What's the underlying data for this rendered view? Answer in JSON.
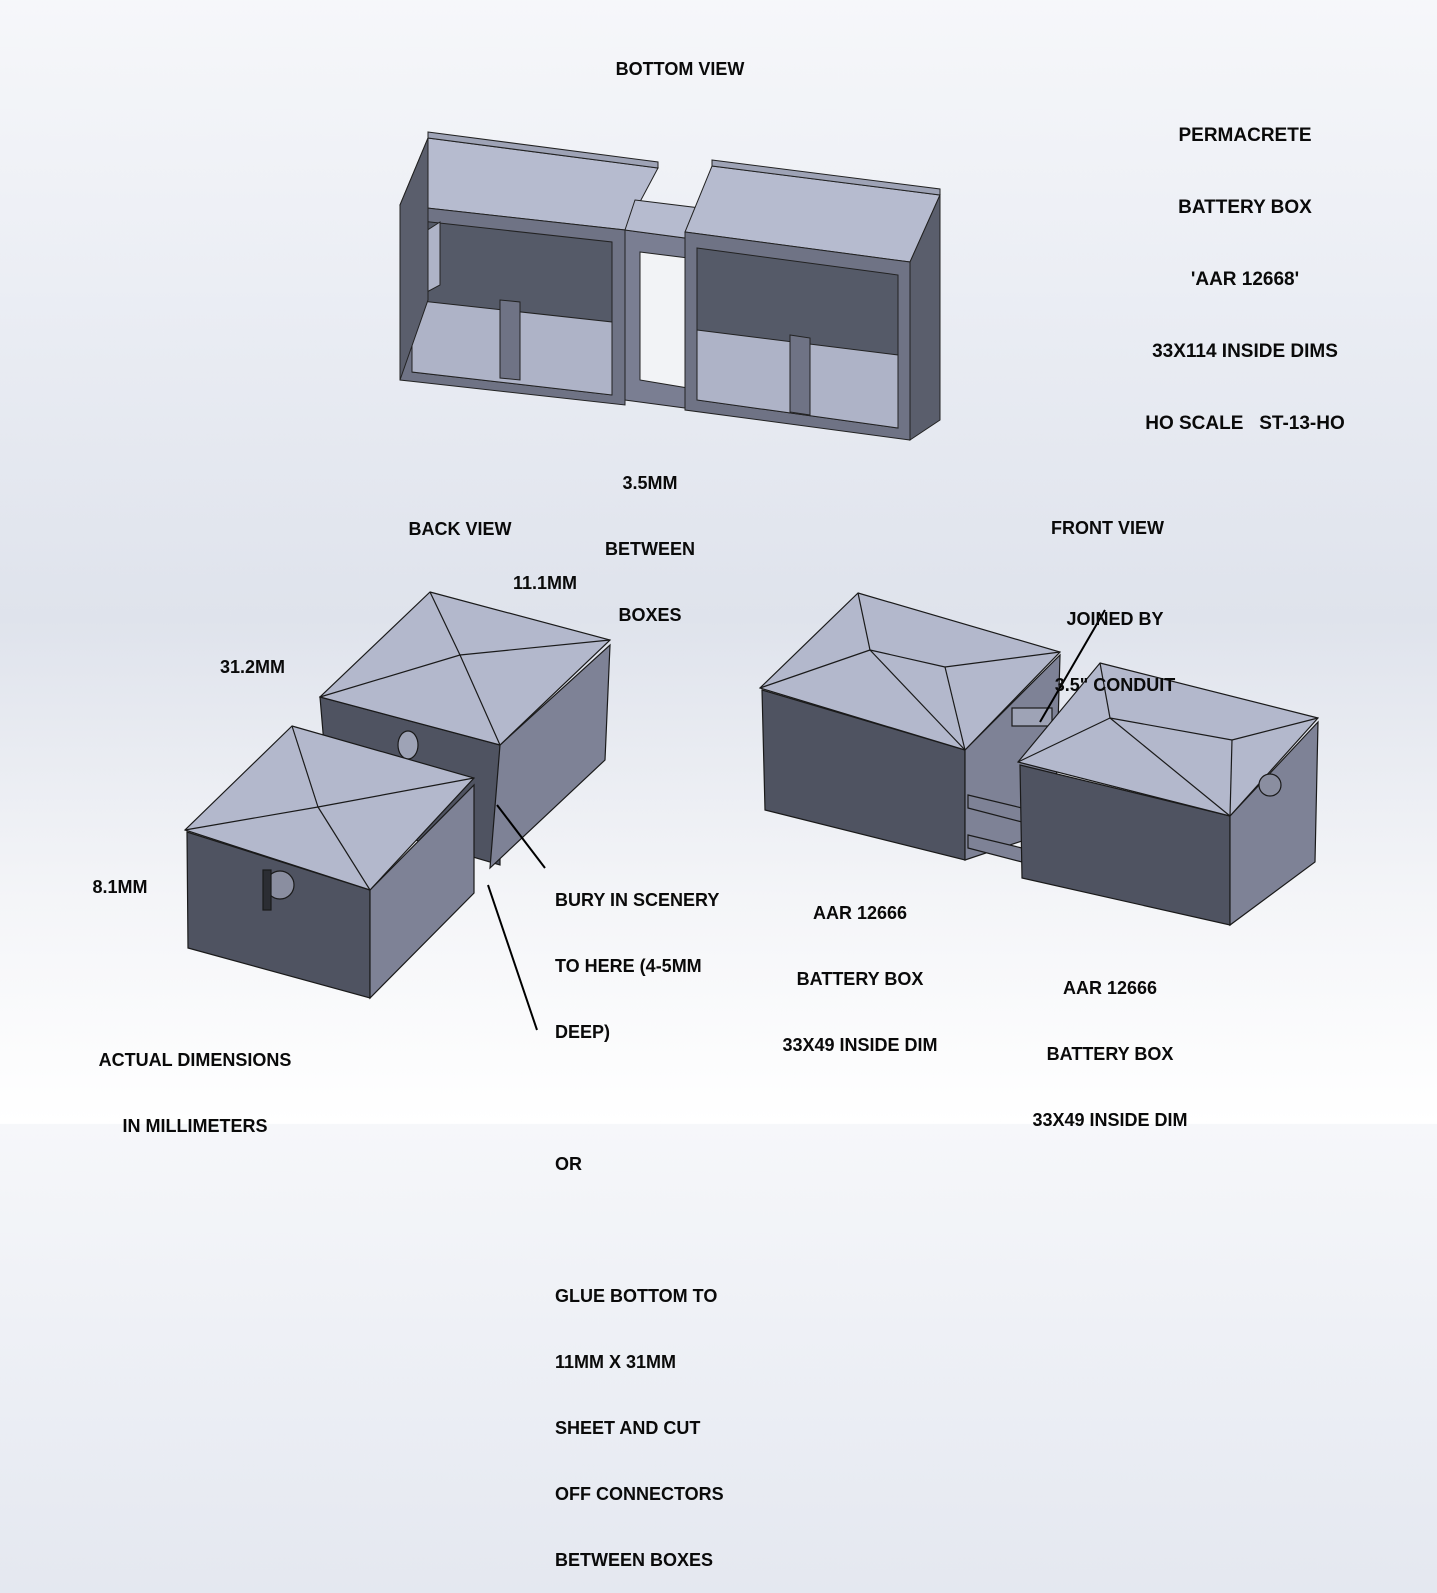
{
  "title_block": {
    "line1": "PERMACRETE",
    "line2": "BATTERY BOX",
    "line3": "'AAR 12668'",
    "line4": "33X114 INSIDE DIMS",
    "line5": "HO SCALE   ST-13-HO"
  },
  "views": {
    "bottom": "BOTTOM VIEW",
    "back": "BACK VIEW",
    "front": "FRONT VIEW"
  },
  "annotations": {
    "gap": {
      "line1": "3.5MM",
      "line2": "BETWEEN",
      "line3": "BOXES"
    },
    "dim_width": "11.1MM",
    "dim_length": "31.2MM",
    "dim_height": "8.1MM",
    "units": {
      "line1": "ACTUAL DIMENSIONS",
      "line2": "IN MILLIMETERS"
    },
    "instructions": {
      "l1": "BURY IN SCENERY",
      "l2": "TO HERE (4-5MM",
      "l3": "DEEP)",
      "l4": "OR",
      "l5": "GLUE BOTTOM TO",
      "l6": "11MM X 31MM",
      "l7": "SHEET AND CUT",
      "l8": "OFF CONNECTORS",
      "l9": "BETWEEN BOXES"
    },
    "conduit": {
      "line1": "JOINED BY",
      "line2": "3.5\" CONDUIT"
    },
    "box_left": {
      "line1": "AAR 12666",
      "line2": "BATTERY BOX",
      "line3": "33X49 INSIDE DIM"
    },
    "box_right": {
      "line1": "AAR 12666",
      "line2": "BATTERY BOX",
      "line3": "33X49 INSIDE DIM"
    }
  },
  "colors": {
    "face_light": "#b3b8cc",
    "face_mid": "#7e8296",
    "face_dark": "#505462",
    "edge": "#1a1a1a"
  }
}
